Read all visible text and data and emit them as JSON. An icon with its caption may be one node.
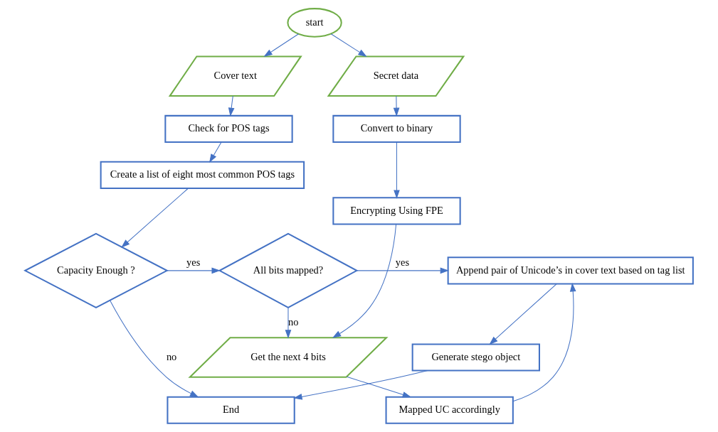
{
  "diagram": {
    "nodes": [
      {
        "text": [
          "start"
        ]
      },
      {
        "text": [
          "Cover text"
        ]
      },
      {
        "text": [
          "Secret data"
        ]
      },
      {
        "text": [
          "Check for POS tags"
        ]
      },
      {
        "text": [
          "Convert to binary"
        ]
      },
      {
        "text": [
          "Create a list of eight most common POS tags"
        ]
      },
      {
        "text": [
          "Encrypting Using FPE"
        ]
      },
      {
        "text": [
          "Get the next 4 bits"
        ]
      },
      {
        "text": [
          "Mapped UC accordingly"
        ]
      },
      {
        "text": [
          "Capacity Enough ?"
        ]
      },
      {
        "text": [
          "All bits mapped?"
        ]
      },
      {
        "text": [
          "Append pair of Unicode’s in cover text based on tag list"
        ]
      },
      {
        "text": [
          "Generate stego object"
        ]
      },
      {
        "text": [
          "End"
        ]
      }
    ],
    "edges": [
      {
        "from": 0,
        "to": 1,
        "arrow": "to"
      },
      {
        "from": 0,
        "to": 2,
        "arrow": "to"
      },
      {
        "from": 1,
        "to": 3,
        "arrow": "to"
      },
      {
        "from": 3,
        "to": 5,
        "arrow": "to"
      },
      {
        "from": 5,
        "to": 9,
        "arrow": "to"
      },
      {
        "from": 9,
        "to": 10,
        "arrow": "to",
        "label": "yes"
      },
      {
        "from": 10,
        "to": 7,
        "arrow": "to",
        "label": "no"
      },
      {
        "from": 10,
        "to": 11,
        "arrow": "to",
        "label": "yes"
      },
      {
        "from": 2,
        "to": 4,
        "arrow": "to"
      },
      {
        "from": 4,
        "to": 6,
        "arrow": "to"
      },
      {
        "from": 6,
        "to": 7,
        "arrow": "to"
      },
      {
        "from": 7,
        "to": 8,
        "arrow": "to"
      },
      {
        "from": 8,
        "to": 11,
        "arrow": "to"
      },
      {
        "from": 11,
        "to": 12,
        "arrow": "to"
      },
      {
        "from": 12,
        "to": 13,
        "arrow": "to"
      },
      {
        "from": 9,
        "to": 13,
        "arrow": "to",
        "label": "no"
      }
    ]
  }
}
